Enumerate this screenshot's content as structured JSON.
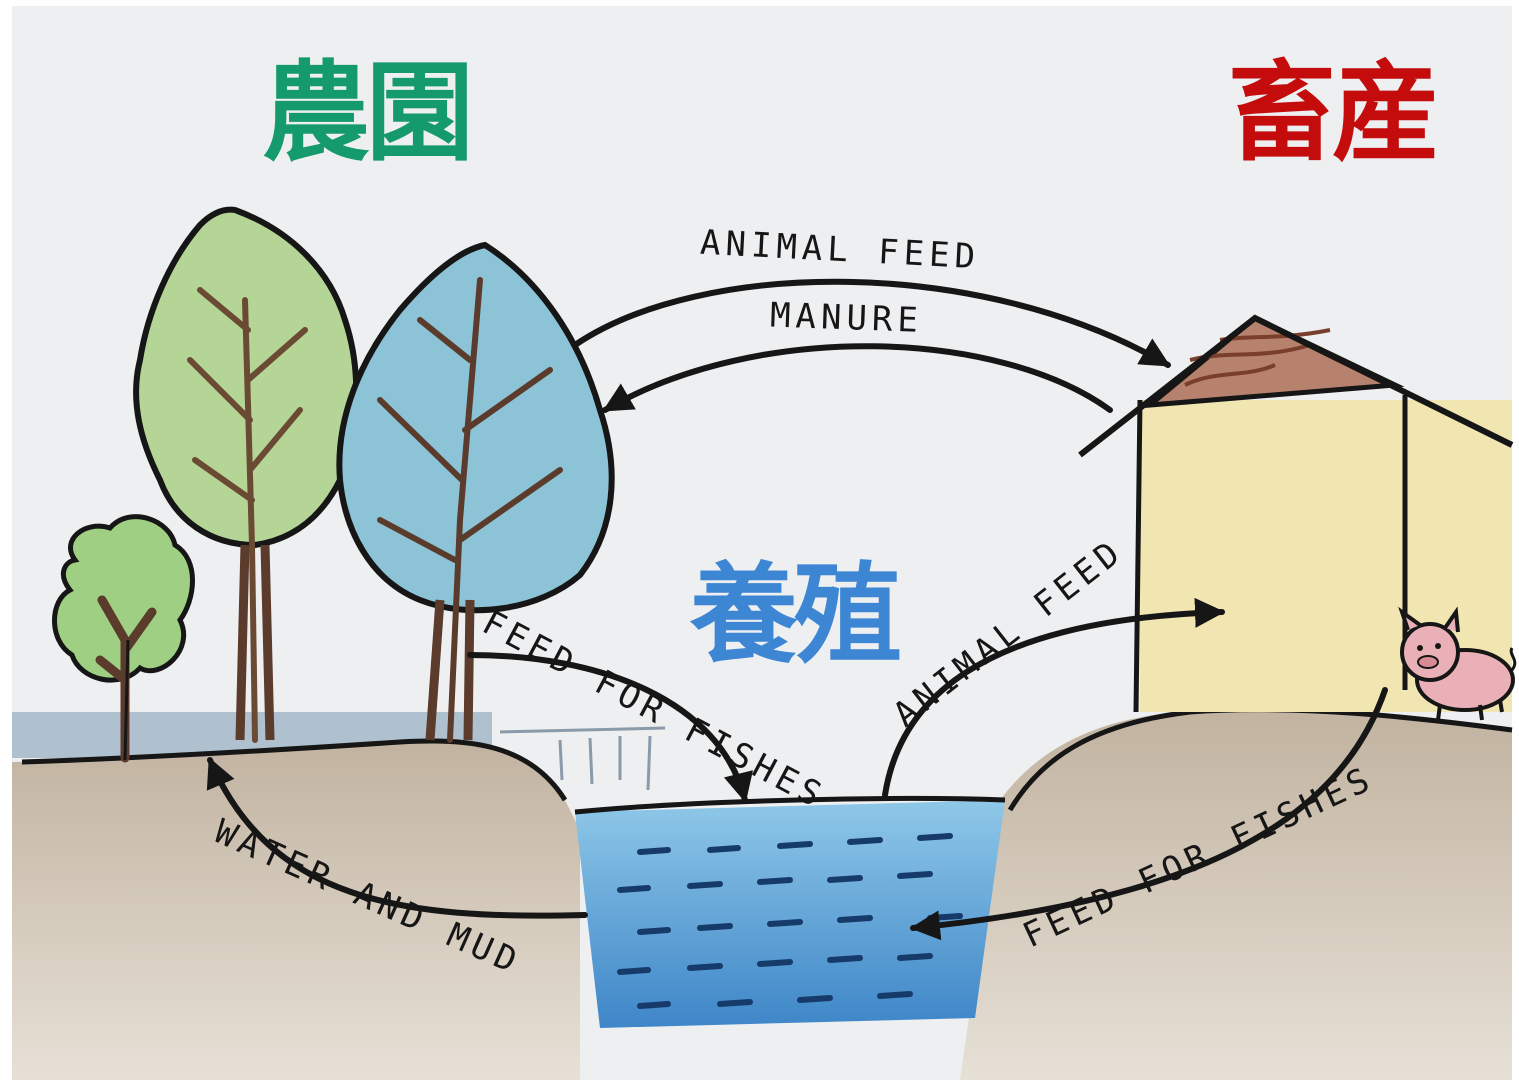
{
  "titles": {
    "farm": "農園",
    "livestock": "畜産",
    "aquaculture": "養殖"
  },
  "labels": {
    "animal_feed_top": "ANIMAL FEED",
    "manure": "MANURE",
    "feed_for_fishes_left": "FEED FOR FISHES",
    "animal_feed_mid": "ANIMAL FEED",
    "water_and_mud": "WATER AND MUD",
    "feed_for_fishes_right": "FEED FOR FISHES"
  },
  "colors": {
    "farm": "#149a6c",
    "livestock": "#c40c0c",
    "aquaculture": "#3d86d4",
    "paper": "#eeeff1",
    "ink": "#161616",
    "soil": "#cbbfae",
    "water": "#6fb2de",
    "barn": "#f1e6b1",
    "roof": "#b7826d",
    "tree_green": "#b5d596",
    "tree_blue": "#8cc3d6",
    "pig": "#e9b1b7"
  },
  "icons": [
    "tree-icon",
    "barn-icon",
    "pig-icon",
    "pond-icon",
    "arrow-icon"
  ]
}
